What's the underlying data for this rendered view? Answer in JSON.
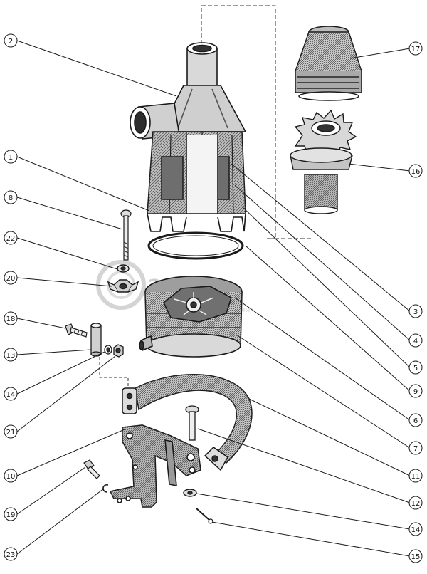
{
  "labels": {
    "l1": "1",
    "l2": "2",
    "l3": "3",
    "l4": "4",
    "l5": "5",
    "l6": "6",
    "l7": "7",
    "l8": "8",
    "l9": "9",
    "l10": "10",
    "l11": "11",
    "l12": "12",
    "l13": "13",
    "l14a": "14",
    "l14b": "14",
    "l15": "15",
    "l16": "16",
    "l17": "17",
    "l18": "18",
    "l19": "19",
    "l20": "20",
    "l21": "21",
    "l22": "22",
    "l23": "23"
  },
  "watermark": {
    "brand": "агро",
    "sub": "ний"
  },
  "colors": {
    "ink": "#1a1a1a",
    "paper": "#ffffff",
    "watermark": "#cfcfcf"
  }
}
